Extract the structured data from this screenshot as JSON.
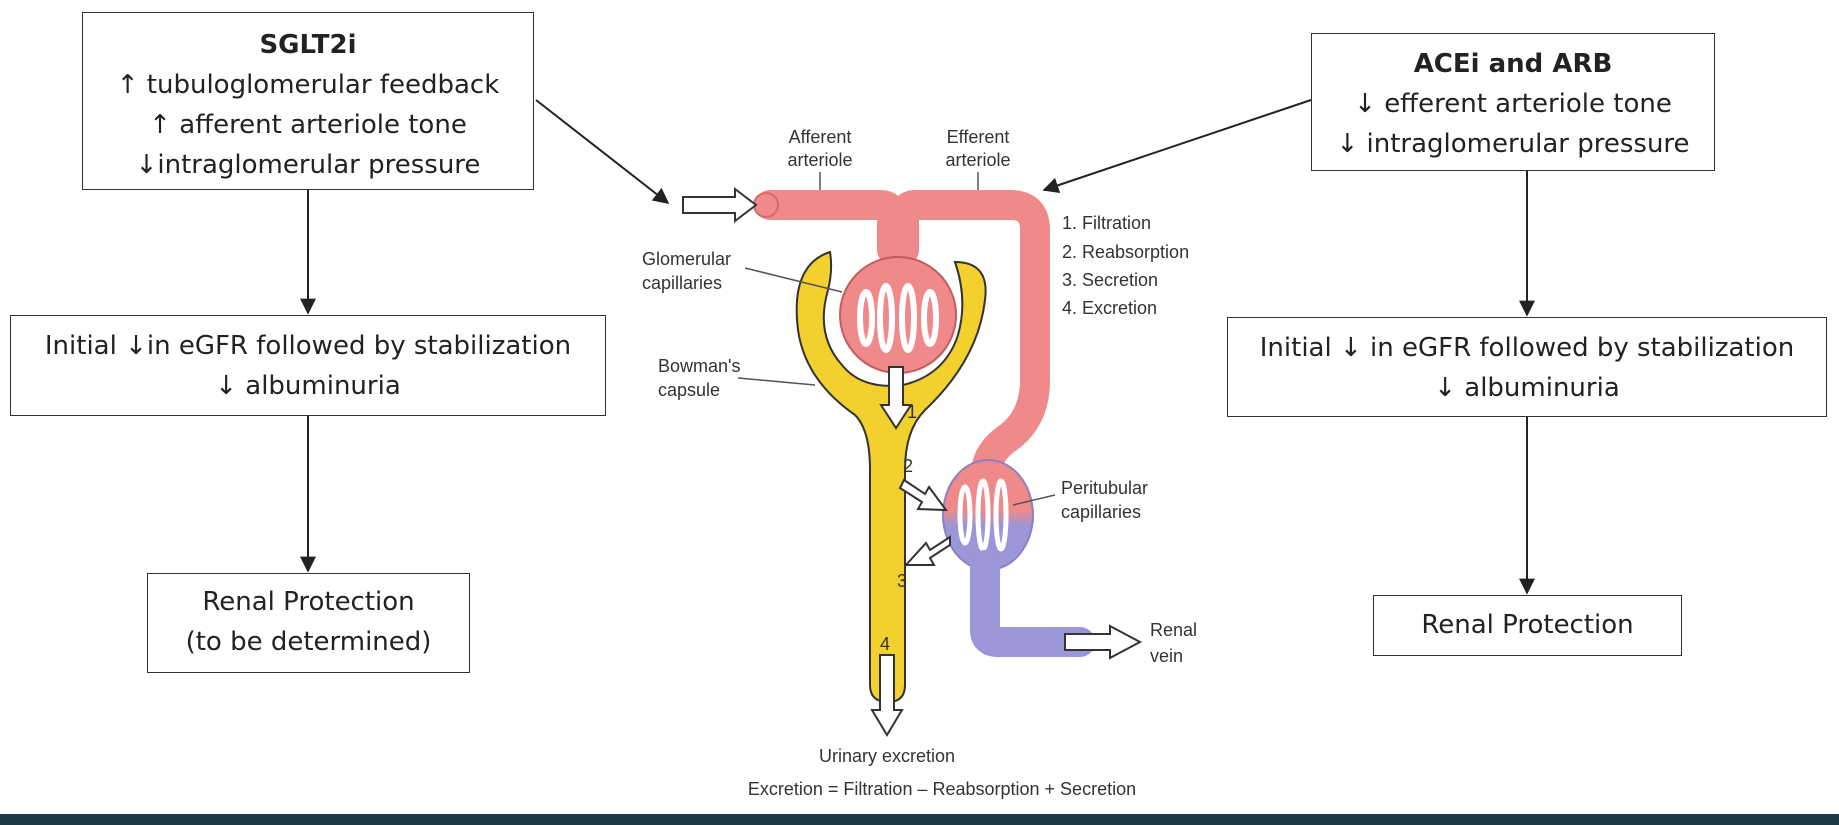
{
  "left_panel": {
    "top_box": {
      "title": "SGLT2i",
      "lines": [
        "↑ tubuloglomerular feedback",
        "↑ afferent arteriole tone",
        "↓intraglomerular pressure"
      ]
    },
    "middle_box": {
      "lines": [
        "Initial ↓in eGFR followed by stabilization",
        "↓ albuminuria"
      ]
    },
    "bottom_box": {
      "lines": [
        "Renal Protection",
        "(to be determined)"
      ]
    }
  },
  "right_panel": {
    "top_box": {
      "title": "ACEi and ARB",
      "lines": [
        "↓ efferent arteriole tone",
        "↓ intraglomerular pressure"
      ]
    },
    "middle_box": {
      "lines": [
        "Initial ↓ in eGFR followed by stabilization",
        "↓ albuminuria"
      ]
    },
    "bottom_box": {
      "lines": [
        "Renal Protection"
      ]
    }
  },
  "nephron": {
    "labels": {
      "afferent": [
        "Afferent",
        "arteriole"
      ],
      "efferent": [
        "Efferent",
        "arteriole"
      ],
      "glomerular": [
        "Glomerular",
        "capillaries"
      ],
      "bowman": [
        "Bowman's",
        "capsule"
      ],
      "peritubular": [
        "Peritubular",
        "capillaries"
      ],
      "renal_vein": [
        "Renal",
        "vein"
      ]
    },
    "process_list": [
      "1. Filtration",
      "2. Reabsorption",
      "3. Secretion",
      "4. Excretion"
    ],
    "step_numbers": [
      "1",
      "2",
      "3",
      "4"
    ],
    "urinary_excretion": "Urinary excretion",
    "equation": "Excretion = Filtration – Reabsorption + Secretion"
  },
  "colors": {
    "arterial": "#f08a8a",
    "venous": "#9b96d8",
    "tubule": "#f2d02e",
    "bottom_bar": "#1f3a47"
  }
}
